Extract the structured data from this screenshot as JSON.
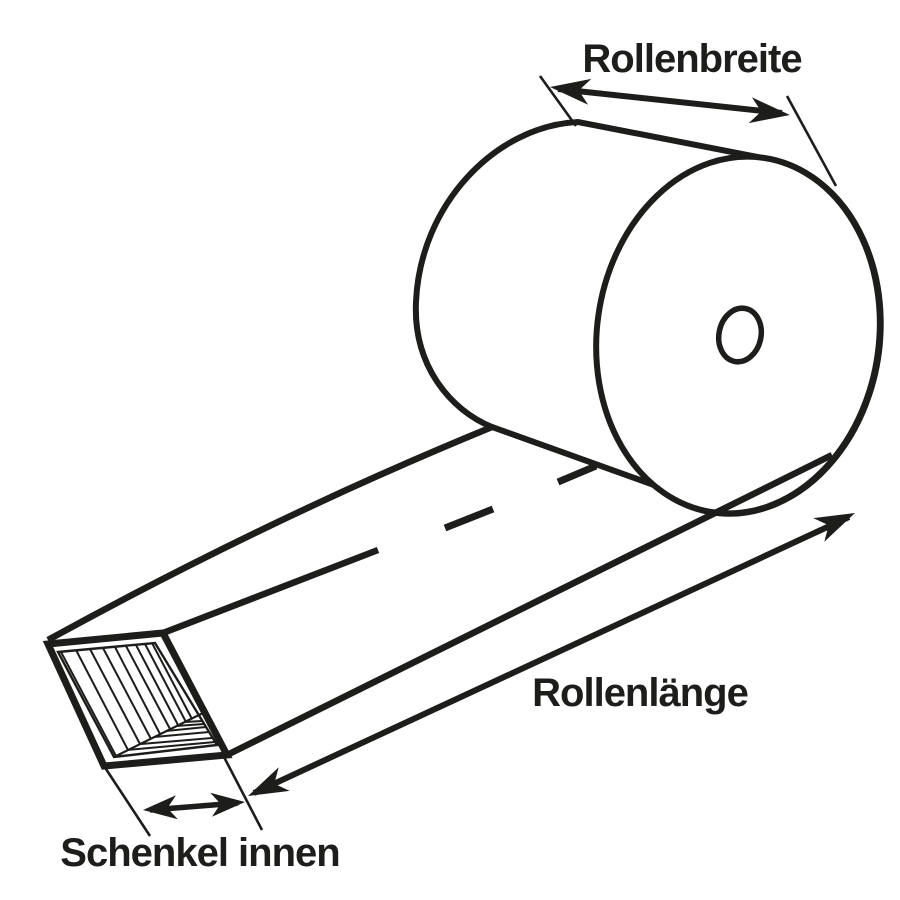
{
  "diagram": {
    "type": "technical-product-dimension-diagram",
    "subject": "Roll of angled edge-protector profile (strip unrolling from a cylinder roll into an L-angle profile) with dimension arrows",
    "background_color": "#ffffff",
    "line_color": "#1d1d1b",
    "labels": {
      "roll_width": "Rollenbreite",
      "roll_length": "Rollenlänge",
      "leg_inner": "Schenkel innen"
    },
    "annotations": [
      {
        "id": "roll-width-dimension",
        "label": "Rollenbreite",
        "arrow": "double-headed, across top of roll"
      },
      {
        "id": "roll-length-dimension",
        "label": "Rollenlänge",
        "arrow": "double-headed, along unrolled strip"
      },
      {
        "id": "leg-inner-dimension",
        "label": "Schenkel innen",
        "arrow": "double-headed, across profile opening"
      }
    ]
  }
}
